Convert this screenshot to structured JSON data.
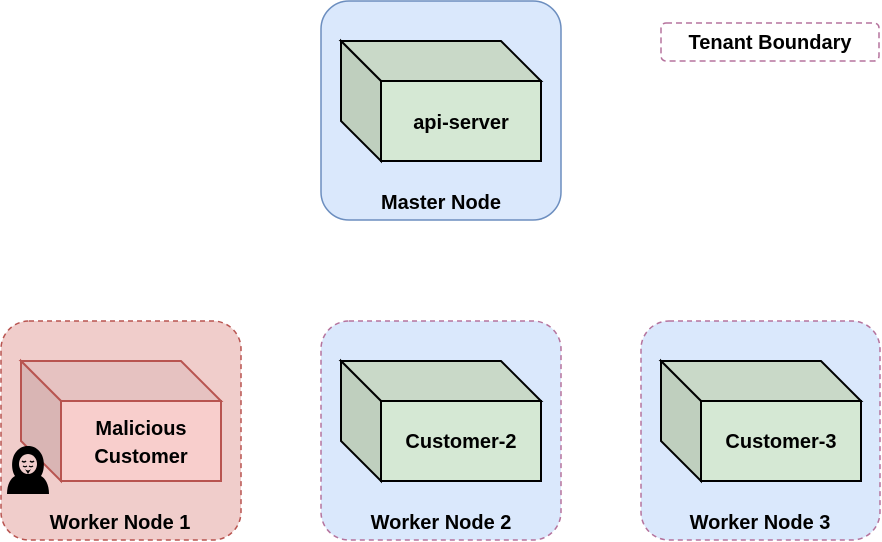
{
  "legend": {
    "label": "Tenant Boundary",
    "border_color": "#b5739d"
  },
  "colors": {
    "node_fill": "#dae8fc",
    "master_border": "#6c8ebf",
    "tenant_border": "#b5739d",
    "box_front": "#d5e8d4",
    "box_top": "#c9d9c8",
    "box_side": "#bfcfbe",
    "box_stroke": "#000000",
    "malicious_fill": "#f8cecc",
    "malicious_node_fill": "#f0cdcb",
    "malicious_border": "#b85450",
    "malicious_front": "#f8cecc",
    "malicious_top": "#e6c2c1",
    "malicious_side": "#d9b5b4"
  },
  "nodes": [
    {
      "id": "master",
      "title": "Master Node",
      "component_lines": [
        "api-server"
      ],
      "style": "master"
    },
    {
      "id": "worker-1",
      "title": "Worker Node 1",
      "component_lines": [
        "Malicious",
        "Customer"
      ],
      "style": "malicious",
      "icon": "hacker-icon"
    },
    {
      "id": "worker-2",
      "title": "Worker Node 2",
      "component_lines": [
        "Customer-2"
      ],
      "style": "tenant"
    },
    {
      "id": "worker-3",
      "title": "Worker Node 3",
      "component_lines": [
        "Customer-3"
      ],
      "style": "tenant"
    }
  ]
}
